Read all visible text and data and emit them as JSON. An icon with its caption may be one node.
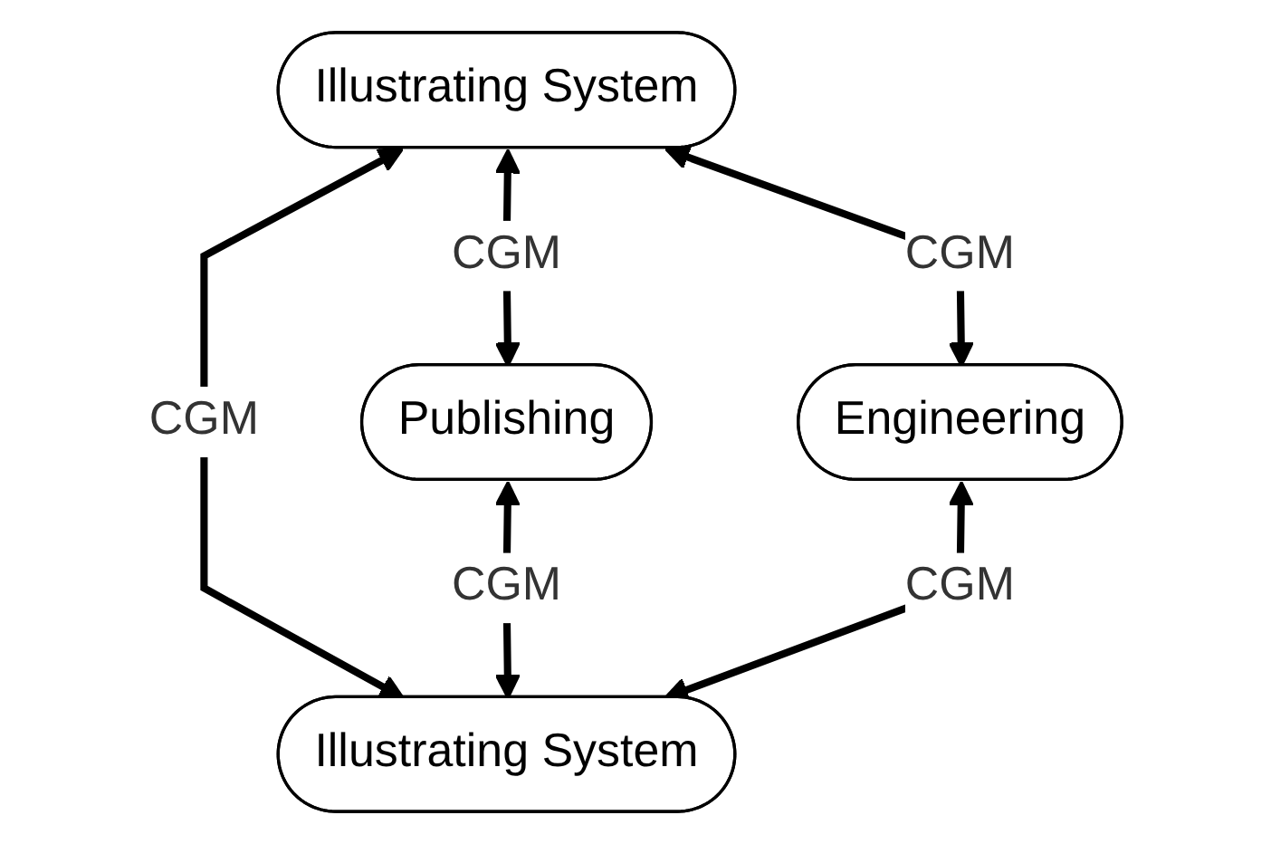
{
  "diagram": {
    "nodes": [
      {
        "text": [
          "Illustrating System"
        ]
      },
      {
        "text": [
          "Publishing"
        ]
      },
      {
        "text": [
          "Engineering"
        ]
      },
      {
        "text": [
          "Illustrating System"
        ]
      }
    ],
    "edges": [
      {
        "from": 0,
        "to": 1,
        "arrow": "both",
        "label": "CGM"
      },
      {
        "from": 0,
        "to": 2,
        "arrow": "both",
        "label": "CGM"
      },
      {
        "from": 0,
        "to": 3,
        "arrow": "both",
        "label": "CGM"
      },
      {
        "from": 1,
        "to": 3,
        "arrow": "both",
        "label": "CGM"
      },
      {
        "from": 2,
        "to": 3,
        "arrow": "both",
        "label": "CGM"
      }
    ]
  }
}
